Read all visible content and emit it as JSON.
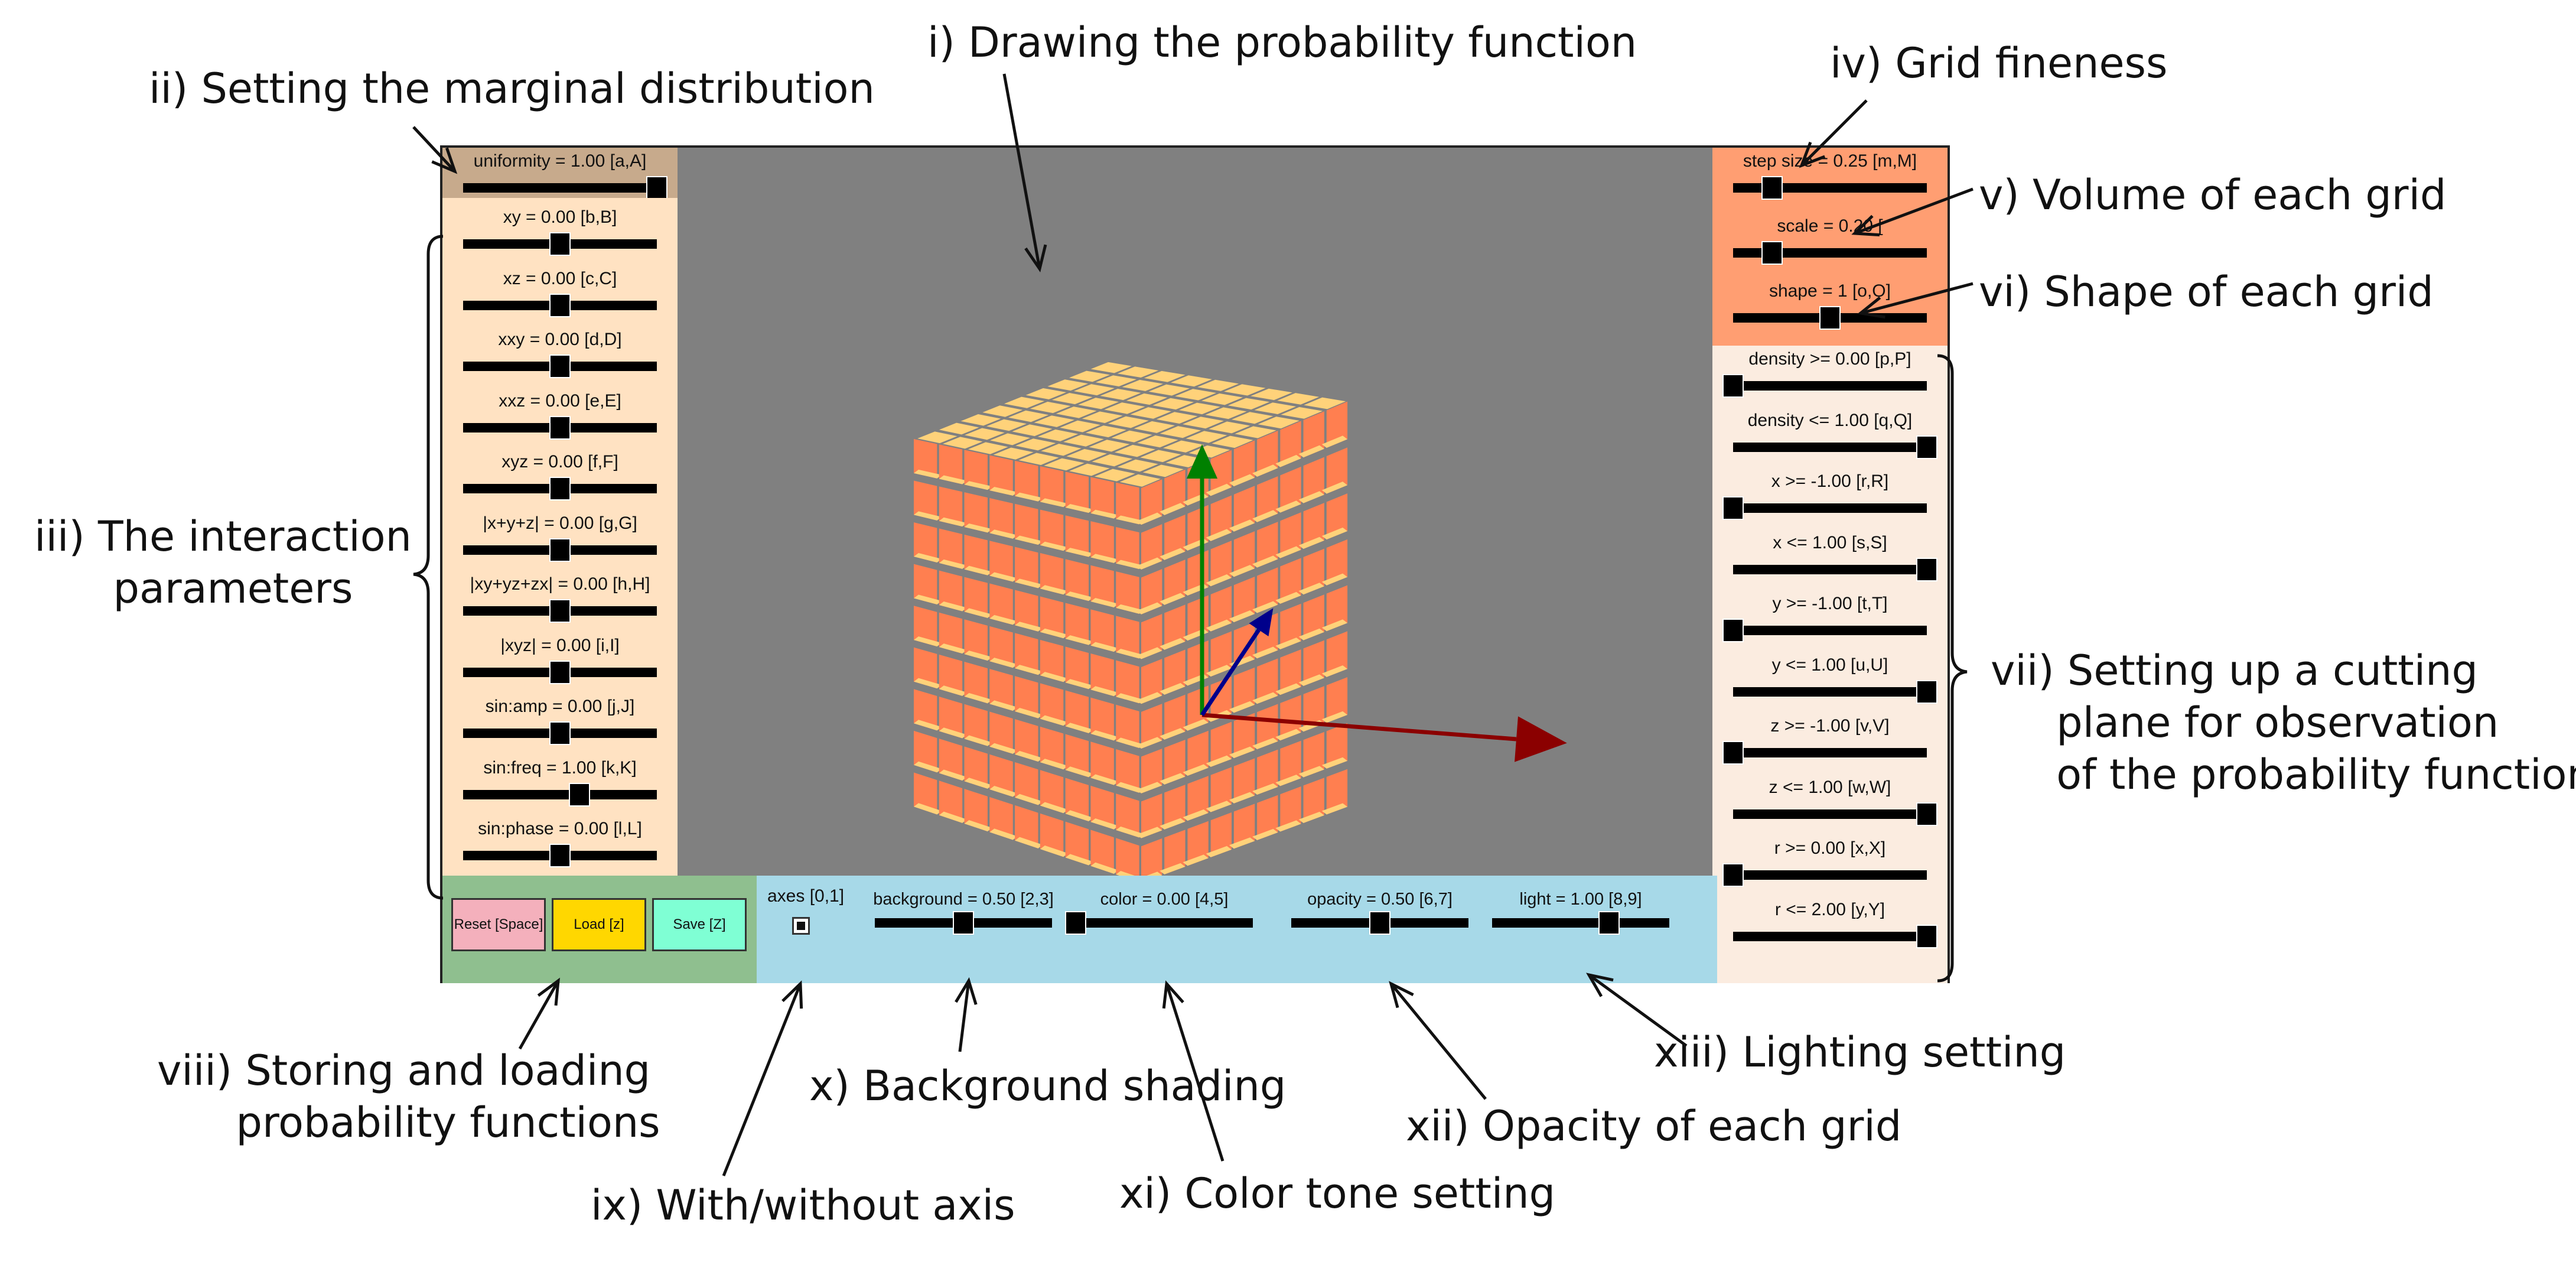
{
  "annotations": {
    "drawing": "i) Drawing the probability function",
    "marginal": "ii) Setting the marginal distribution",
    "interaction": "iii) The interaction\n      parameters",
    "grid_fineness": "iv) Grid fineness",
    "volume": "v) Volume of each grid",
    "shape": "vi) Shape of each grid",
    "cutting_plane": "vii) Setting up a cutting\n     plane for observation\n     of the probability function",
    "storing": "viii) Storing and loading\n      probability functions",
    "axis": "ix) With/without axis",
    "background": "x) Background shading",
    "color": "xi) Color tone setting",
    "opacity": "xii) Opacity of each grid",
    "lighting": "xiii) Lighting setting"
  },
  "marginal": {
    "label": "uniformity = 1.00 [a,A]",
    "value": 1.0
  },
  "interaction_params": [
    {
      "label": "xy = 0.00 [b,B]",
      "value": 0.5
    },
    {
      "label": "xz = 0.00 [c,C]",
      "value": 0.5
    },
    {
      "label": "xxy = 0.00 [d,D]",
      "value": 0.5
    },
    {
      "label": "xxz = 0.00 [e,E]",
      "value": 0.5
    },
    {
      "label": "xyz = 0.00 [f,F]",
      "value": 0.5
    },
    {
      "label": "|x+y+z| = 0.00 [g,G]",
      "value": 0.5
    },
    {
      "label": "|xy+yz+zx| = 0.00 [h,H]",
      "value": 0.5
    },
    {
      "label": "|xyz| = 0.00 [i,I]",
      "value": 0.5
    },
    {
      "label": "sin:amp = 0.00 [j,J]",
      "value": 0.5
    },
    {
      "label": "sin:freq = 1.00 [k,K]",
      "value": 0.6
    },
    {
      "label": "sin:phase = 0.00 [l,L]",
      "value": 0.5
    }
  ],
  "grid_settings": [
    {
      "label": "step size = 0.25 [m,M]",
      "value": 0.2
    },
    {
      "label": "scale = 0.20 [",
      "value": 0.2
    },
    {
      "label": "shape = 1 [o,O]",
      "value": 0.5
    }
  ],
  "cutting_plane": [
    {
      "label": "density >= 0.00 [p,P]",
      "value": 0.0
    },
    {
      "label": "density <= 1.00 [q,Q]",
      "value": 1.0
    },
    {
      "label": "x >= -1.00 [r,R]",
      "value": 0.0
    },
    {
      "label": "x <= 1.00 [s,S]",
      "value": 1.0
    },
    {
      "label": "y >= -1.00 [t,T]",
      "value": 0.0
    },
    {
      "label": "y <= 1.00 [u,U]",
      "value": 1.0
    },
    {
      "label": "z >= -1.00 [v,V]",
      "value": 0.0
    },
    {
      "label": "z <= 1.00 [w,W]",
      "value": 1.0
    },
    {
      "label": "r >= 0.00 [x,X]",
      "value": 0.0
    },
    {
      "label": "r <= 2.00 [y,Y]",
      "value": 1.0
    }
  ],
  "buttons": {
    "reset": "Reset [Space]",
    "load": "Load [z]",
    "save": "Save [Z]"
  },
  "button_colors": {
    "reset": "#f4b0bc",
    "load": "#ffd700",
    "save": "#7fffd4"
  },
  "axes_toggle": {
    "label": "axes [0,1]",
    "checked": true
  },
  "display_settings": [
    {
      "label": "background = 0.50 [2,3]",
      "value": 0.5
    },
    {
      "label": "color = 0.00 [4,5]",
      "value": 0.0
    },
    {
      "label": "opacity = 0.50 [6,7]",
      "value": 0.5
    },
    {
      "label": "light = 1.00 [8,9]",
      "value": 0.66
    }
  ],
  "colors": {
    "cube_side": "#ff7f50",
    "cube_top": "#ffd27a",
    "viewport_bg": "#808080",
    "axis_x": "#8b0000",
    "axis_y": "#008000",
    "axis_z": "#00008b"
  }
}
